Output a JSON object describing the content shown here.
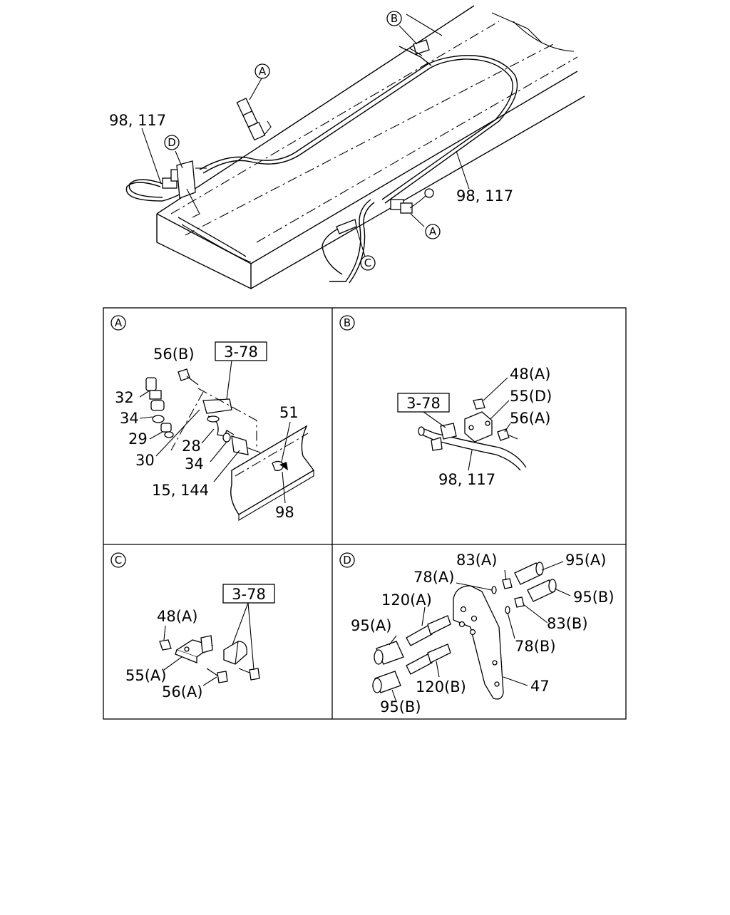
{
  "callouts": {
    "A": "A",
    "B": "B",
    "C": "C",
    "D": "D"
  },
  "main_view": {
    "label_left": "98, 117",
    "label_right": "98, 117"
  },
  "detail_a": {
    "ref_box": "3-78",
    "labels": {
      "l56b": "56(B)",
      "l32": "32",
      "l34a": "34",
      "l29": "29",
      "l30": "30",
      "l28": "28",
      "l34b": "34",
      "l15": "15, 144",
      "l51": "51",
      "l98": "98"
    }
  },
  "detail_b": {
    "ref_box": "3-78",
    "labels": {
      "l48a": "48(A)",
      "l55d": "55(D)",
      "l56a": "56(A)",
      "l98": "98, 117"
    }
  },
  "detail_c": {
    "ref_box": "3-78",
    "labels": {
      "l48a": "48(A)",
      "l55a": "55(A)",
      "l56a": "56(A)"
    }
  },
  "detail_d": {
    "labels": {
      "l83a": "83(A)",
      "l95a_top": "95(A)",
      "l78a": "78(A)",
      "l95b_top": "95(B)",
      "l120a": "120(A)",
      "l83b": "83(B)",
      "l95a_left": "95(A)",
      "l78b": "78(B)",
      "l47": "47",
      "l120b": "120(B)",
      "l95b_bottom": "95(B)"
    }
  }
}
